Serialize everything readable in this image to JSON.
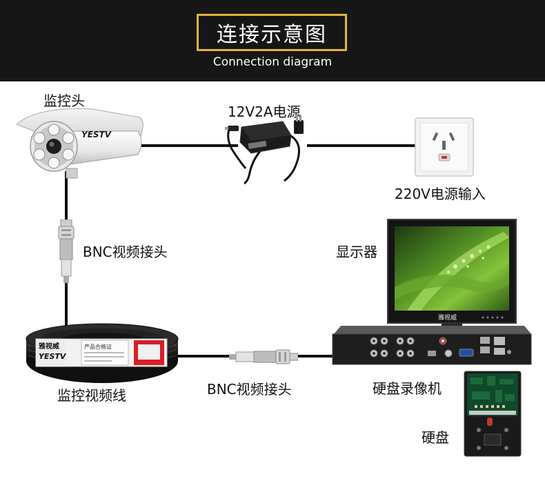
{
  "header": {
    "title": "连接示意图",
    "subtitle": "Connection diagram"
  },
  "labels": {
    "camera": "监控头",
    "power_adapter": "12V2A电源",
    "power_input": "220V电源输入",
    "bnc_vertical": "BNC视频接头",
    "monitor": "显示器",
    "video_cable": "监控视频线",
    "bnc_horizontal": "BNC视频接头",
    "dvr": "硬盘录像机",
    "hard_disk": "硬盘"
  },
  "brand": {
    "camera_logo": "YESTV",
    "cable_brand": "雅视威",
    "cable_logo": "YESTV",
    "cable_cert": "产品合格证",
    "monitor_brand": "雅视威"
  },
  "colors": {
    "header_bg": "#161616",
    "title_border": "#e2b53a",
    "wire": "#0d0d0d",
    "logo_red": "#d81e28"
  }
}
